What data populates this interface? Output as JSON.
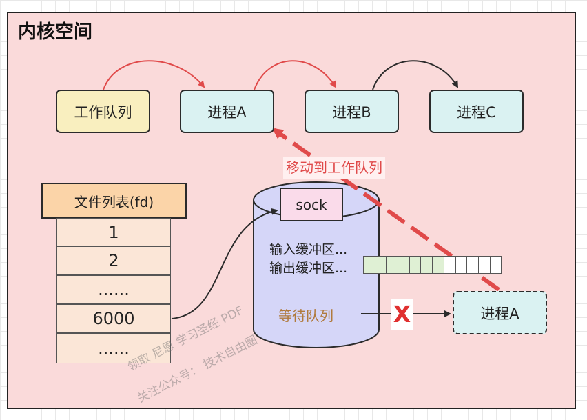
{
  "title": "内核空间",
  "nodes": {
    "work_queue": "工作队列",
    "process_a": "进程A",
    "process_b": "进程B",
    "process_c": "进程C",
    "waiting_process": "进程A"
  },
  "fd_table": {
    "header": "文件列表(fd)",
    "rows": [
      "1",
      "2",
      "......",
      "6000",
      "......"
    ]
  },
  "socket": {
    "label": "sock",
    "input_buffer": "输入缓冲区...",
    "output_buffer": "输出缓冲区...",
    "wait_queue": "等待队列",
    "output_buffer_cells": {
      "filled": 7,
      "total": 12
    }
  },
  "annotations": {
    "move_to_work_queue": "移动到工作队列",
    "blocked_mark": "X"
  },
  "watermark": {
    "line1": "领取 尼恩 学习圣经 PDF",
    "line2": "关注公众号： 技术自由圈"
  },
  "colors": {
    "panel_bg": "#fadada",
    "red_arrow": "#e04a4a",
    "process_fill": "#daf2f2",
    "work_queue_fill": "#f9efbf",
    "socket_fill": "#d5d6f8"
  }
}
